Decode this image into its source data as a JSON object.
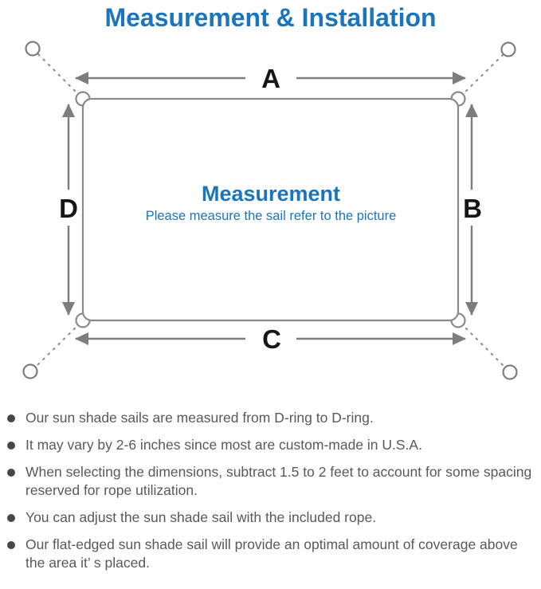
{
  "header": {
    "title": "Measurement & Installation"
  },
  "diagram": {
    "labels": {
      "top": "A",
      "right": "B",
      "bottom": "C",
      "left": "D"
    },
    "center": {
      "title": "Measurement",
      "subtitle": "Please measure the sail refer to the picture"
    }
  },
  "notes": {
    "items": [
      "Our sun shade sails are measured from D-ring to D-ring.",
      "It may vary by 2-6 inches since most are custom-made in U.S.A.",
      "When selecting the dimensions, subtract 1.5 to 2 feet to account for some spacing reserved for rope utilization.",
      "You can adjust the sun shade sail with the included rope.",
      "Our flat-edged sun shade sail will provide an optimal amount of coverage above the area it’ s placed."
    ]
  },
  "colors": {
    "accent_blue": "#1b75bc",
    "line_gray": "#7d7d7d",
    "text_gray": "#595959"
  }
}
